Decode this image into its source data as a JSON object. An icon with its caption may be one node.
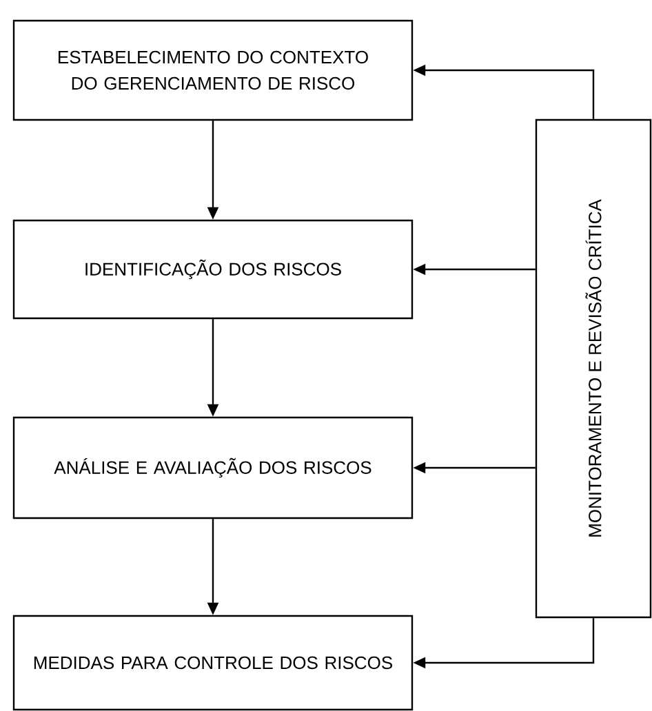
{
  "diagram": {
    "nodes": [
      {
        "text": [
          "ESTABELECIMENTO DO CONTEXTO DO GERENCIAMENTO DE RISCO"
        ]
      },
      {
        "text": [
          "IDENTIFICAÇÃO DOS RISCOS"
        ]
      },
      {
        "text": [
          "ANÁLISE E AVALIAÇÃO DOS RISCOS"
        ]
      },
      {
        "text": [
          "MEDIDAS PARA CONTROLE DOS RISCOS"
        ]
      },
      {
        "text": [
          "MONITORAMENTO E REVISÃO CRÍTICA"
        ]
      }
    ],
    "edges": [
      {
        "from": 0,
        "to": 1,
        "arrow": "to"
      },
      {
        "from": 1,
        "to": 2,
        "arrow": "to"
      },
      {
        "from": 2,
        "to": 3,
        "arrow": "to"
      },
      {
        "from": 4,
        "to": 0,
        "arrow": "to"
      },
      {
        "from": 4,
        "to": 1,
        "arrow": "to"
      },
      {
        "from": 4,
        "to": 2,
        "arrow": "to"
      },
      {
        "from": 4,
        "to": 3,
        "arrow": "to"
      }
    ]
  }
}
